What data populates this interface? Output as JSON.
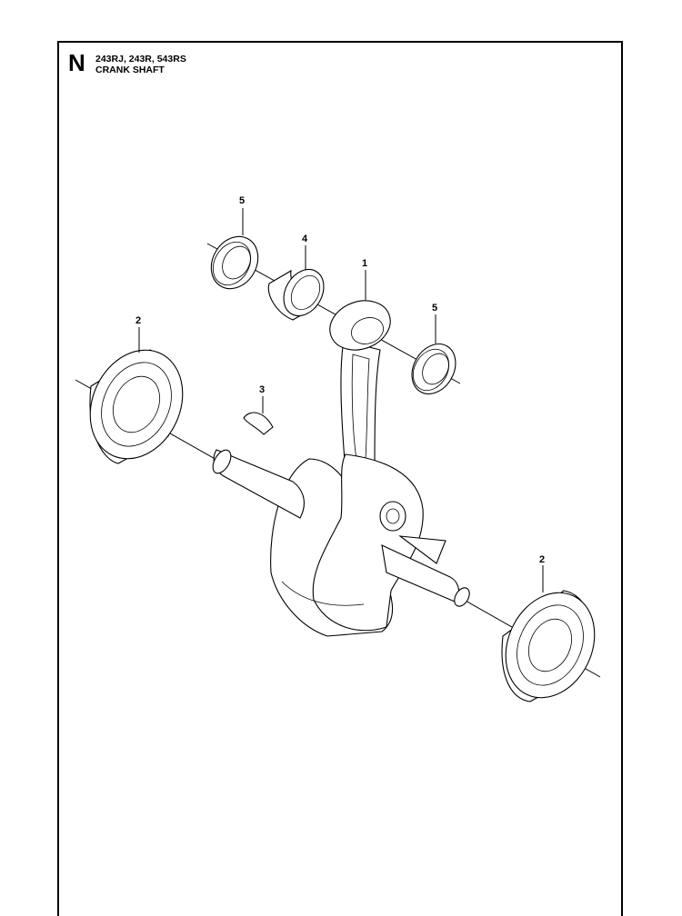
{
  "header": {
    "section_letter": "N",
    "models": "243RJ, 243R, 543RS",
    "title": "CRANK SHAFT"
  },
  "callouts": [
    "5",
    "4",
    "1",
    "5",
    "2",
    "3",
    "2"
  ]
}
